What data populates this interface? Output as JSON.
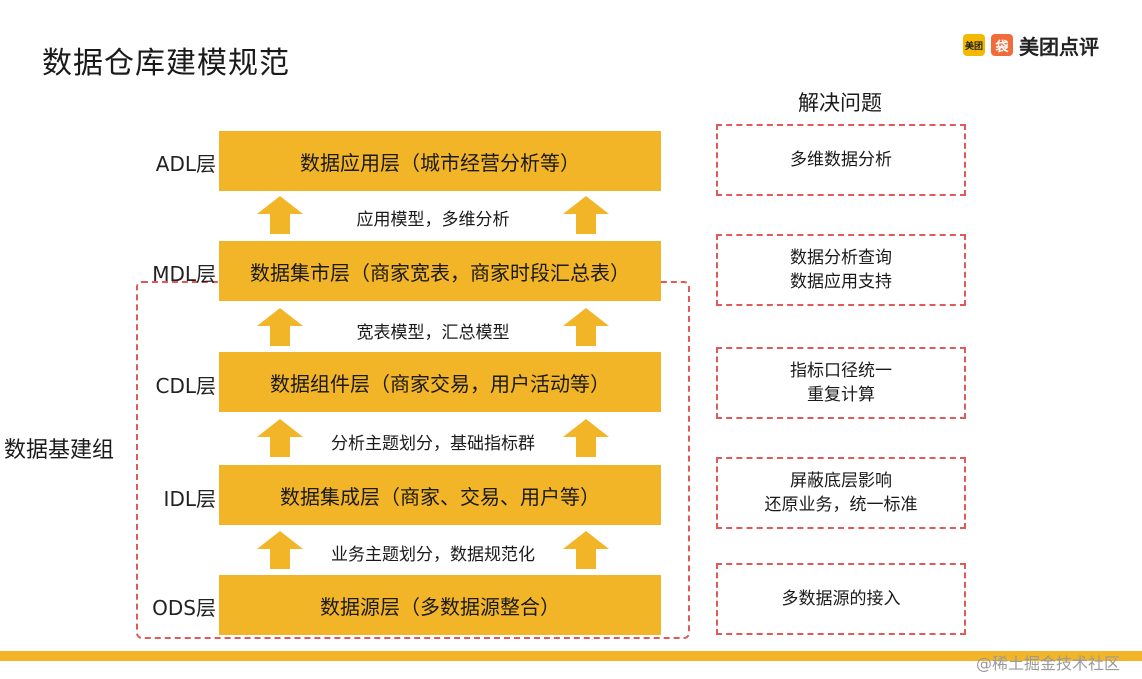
{
  "title": "数据仓库建模规范",
  "logo": {
    "badge": "美团",
    "mark": "袋",
    "text": "美团点评"
  },
  "group_label": "数据基建组",
  "layers": [
    {
      "label": "ADL层",
      "text": "数据应用层（城市经营分析等）"
    },
    {
      "label": "MDL层",
      "text": "数据集市层（商家宽表，商家时段汇总表）"
    },
    {
      "label": "CDL层",
      "text": "数据组件层（商家交易，用户活动等）"
    },
    {
      "label": "IDL层",
      "text": "数据集成层（商家、交易、用户等）"
    },
    {
      "label": "ODS层",
      "text": "数据源层（多数据源整合）"
    }
  ],
  "transitions": [
    "应用模型，多维分析",
    "宽表模型，汇总模型",
    "分析主题划分，基础指标群",
    "业务主题划分，数据规范化"
  ],
  "problems_header": "解决问题",
  "problems": [
    [
      "多维数据分析"
    ],
    [
      "数据分析查询",
      "数据应用支持"
    ],
    [
      "指标口径统一",
      "重复计算"
    ],
    [
      "屏蔽底层影响",
      "还原业务，统一标准"
    ],
    [
      "多数据源的接入"
    ]
  ],
  "watermark": "@稀土掘金技术社区",
  "colors": {
    "layer": "#f3b528",
    "dashed_border": "#e05a5a",
    "bottom_bar": "#f3b528"
  }
}
